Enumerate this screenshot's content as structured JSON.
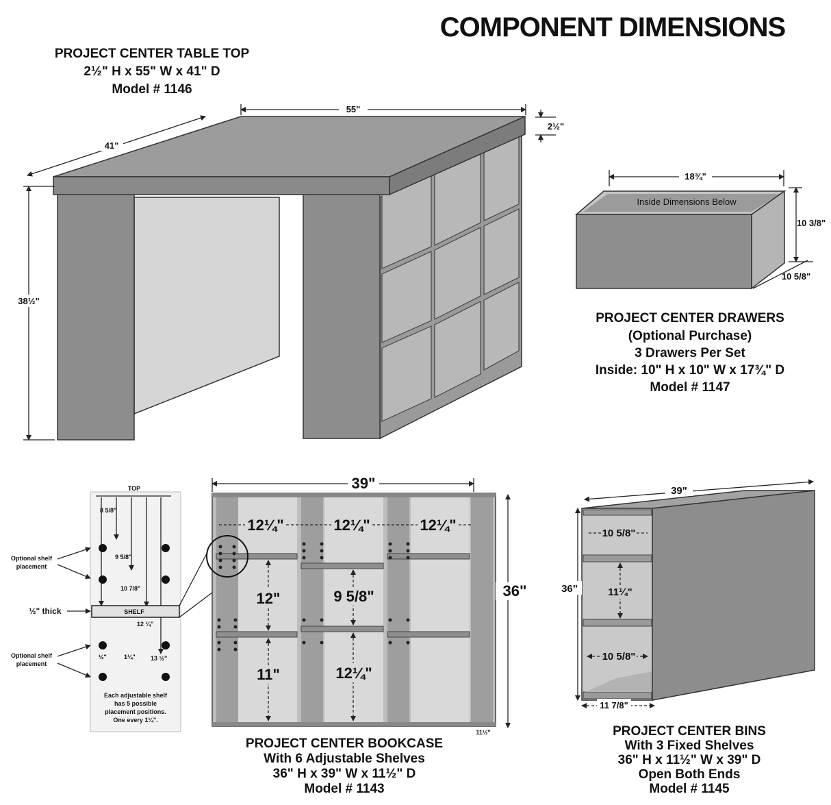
{
  "title": "COMPONENT DIMENSIONS",
  "table": {
    "caption": [
      "PROJECT CENTER TABLE TOP",
      "2½\" H x 55\" W x 41\" D",
      "Model # 1146"
    ],
    "dim_width": "55\"",
    "dim_depth": "41\"",
    "dim_thickness": "2½\"",
    "dim_height": "38½\""
  },
  "drawer": {
    "inside_label": "Inside Dimensions Below",
    "dim_width": "18¾\"",
    "dim_height": "10 3/8\"",
    "dim_depth": "10 5/8\"",
    "caption": [
      "PROJECT CENTER DRAWERS",
      "(Optional Purchase)",
      "3 Drawers Per Set",
      "Inside: 10\" H x 10\" W x 17¾\" D",
      "Model # 1147"
    ]
  },
  "shelf_detail": {
    "top_label": "TOP",
    "shelf_label": "SHELF",
    "thick_label": "½\" thick",
    "optional_top": [
      "Optional shelf",
      "placement"
    ],
    "optional_bottom": [
      "Optional shelf",
      "placement"
    ],
    "dims": [
      "8 5/8\"",
      "9 5/8\"",
      "10 7/8\"",
      "12 ¼\"",
      "13 ½\"",
      "1¼\"",
      "½\""
    ],
    "note": [
      "Each adjustable shelf",
      "has 5 possible",
      "placement positions.",
      "One every 1¼\"."
    ]
  },
  "bookcase": {
    "dim_width": "39\"",
    "dim_height": "36\"",
    "col_widths": [
      "12¼\"",
      "12¼\"",
      "12¼\""
    ],
    "dim_12": "12\"",
    "dim_11": "11\"",
    "dim_9": "9 5/8\"",
    "dim_12q": "12¼\"",
    "dim_depth_small": "11½\"",
    "caption": [
      "PROJECT CENTER BOOKCASE",
      "With 6 Adjustable Shelves",
      "36\" H x 39\" W x 11½\" D",
      "Model # 1143"
    ]
  },
  "bins": {
    "dim_width": "39\"",
    "dim_height": "36\"",
    "dim_top": "10 5/8\"",
    "dim_mid": "11¼\"",
    "dim_bot": "10 5/8\"",
    "dim_depth": "11 7/8\"",
    "caption": [
      "PROJECT CENTER BINS",
      "With 3 Fixed Shelves",
      "36\" H x 11½\" W x 39\" D",
      "Open Both Ends",
      "Model # 1145"
    ]
  },
  "colors": {
    "dark": "#8a8a8a",
    "mid": "#a8a8a8",
    "light": "#d2d2d2",
    "pale": "#e6e6e6"
  }
}
